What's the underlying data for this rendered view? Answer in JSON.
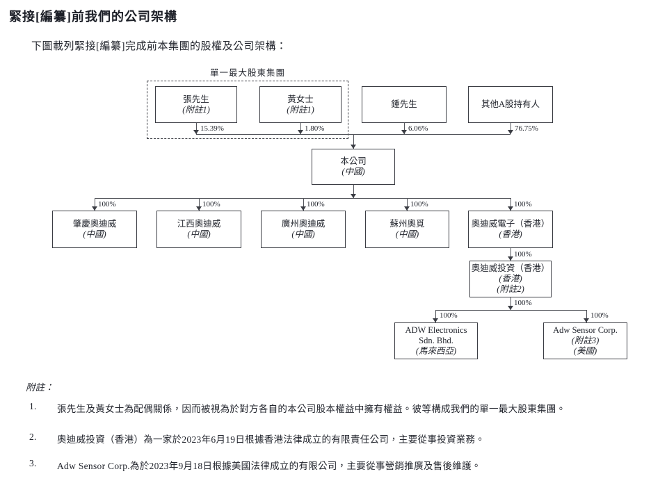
{
  "page": {
    "title": "緊接[編纂]前我們的公司架構",
    "subtitle": "下圖載列緊接[編纂]完成前本集團的股權及公司架構："
  },
  "diagram": {
    "group_label": "單一最大股東集團",
    "nodes": {
      "zhang": {
        "line1": "張先生",
        "line2": "(附註1)"
      },
      "huang": {
        "line1": "黃女士",
        "line2": "(附註1)"
      },
      "zhong": {
        "line1": "鍾先生"
      },
      "other_a": {
        "line1": "其他A股持有人"
      },
      "company": {
        "line1": "本公司",
        "line2": "(中國)"
      },
      "zhaoqing": {
        "line1": "肇慶奧迪威",
        "line2": "(中國)"
      },
      "jiangxi": {
        "line1": "江西奧迪威",
        "line2": "(中國)"
      },
      "guangzhou": {
        "line1": "廣州奧迪威",
        "line2": "(中國)"
      },
      "suzhou": {
        "line1": "蘇州奧覓",
        "line2": "(中國)"
      },
      "electronics_hk": {
        "line1": "奧迪威電子（香港）",
        "line2": "(香港)"
      },
      "investment_hk": {
        "line1": "奧迪威投資（香港）",
        "line2": "(香港)",
        "line3": "(附註2)"
      },
      "electronics_my": {
        "line1": "ADW Electronics",
        "line2": "Sdn. Bhd.",
        "line3": "(馬來西亞)"
      },
      "sensor_us": {
        "line1": "Adw Sensor Corp.",
        "line2": "(附註3)",
        "line3": "(美國)"
      }
    },
    "percents": {
      "zhang": "15.39%",
      "huang": "1.80%",
      "zhong": "6.06%",
      "other_a": "76.75%",
      "zhaoqing": "100%",
      "jiangxi": "100%",
      "guangzhou": "100%",
      "suzhou": "100%",
      "electronics_hk": "100%",
      "investment_hk": "100%",
      "investment_down": "100%",
      "split_left": "100%",
      "split_right": "100%"
    }
  },
  "notes": {
    "heading": "附註：",
    "items": [
      {
        "num": "1.",
        "text": "張先生及黃女士為配偶關係，因而被視為於對方各自的本公司股本權益中擁有權益。彼等構成我們的單一最大股東集團。"
      },
      {
        "num": "2.",
        "text": "奧迪威投資（香港）為一家於2023年6月19日根據香港法律成立的有限責任公司，主要從事投資業務。"
      },
      {
        "num": "3.",
        "text": "Adw Sensor Corp.為於2023年9月18日根據美國法律成立的有限公司，主要從事營銷推廣及售後維護。"
      }
    ]
  }
}
